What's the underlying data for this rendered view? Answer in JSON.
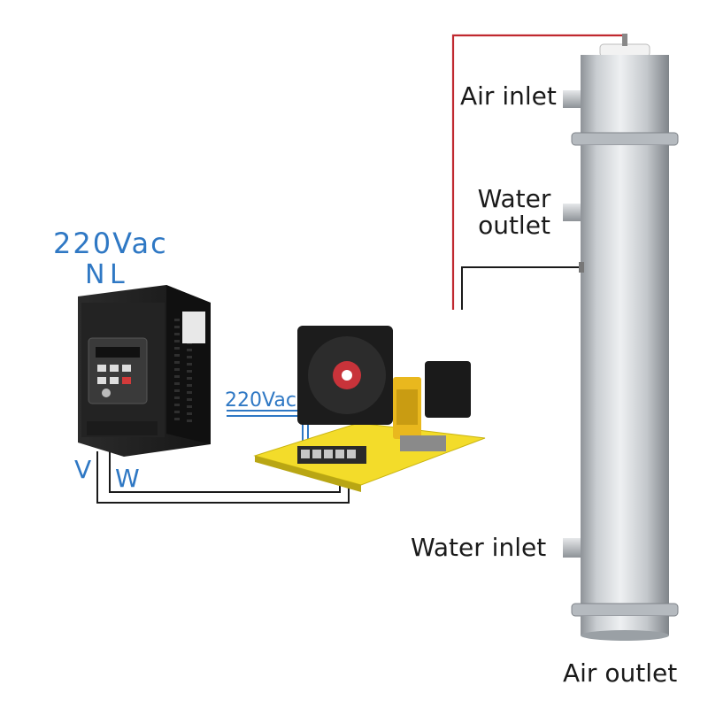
{
  "inverter": {
    "supply_label": "220Vac",
    "terminal_n": "N",
    "terminal_l": "L",
    "output_v": "V",
    "output_w": "W"
  },
  "power_board": {
    "supply_label": "220Vac"
  },
  "ozone_tube": {
    "air_inlet": "Air inlet",
    "water_outlet_line1": "Water",
    "water_outlet_line2": "outlet",
    "water_inlet": "Water inlet",
    "air_outlet": "Air outlet"
  },
  "colors": {
    "label_blue": "#2f78c4",
    "hv_wire": "#c0282f",
    "ground_wire": "#1a1a1a",
    "board": "#f3dc2a",
    "tube": "#cfd2d6"
  }
}
